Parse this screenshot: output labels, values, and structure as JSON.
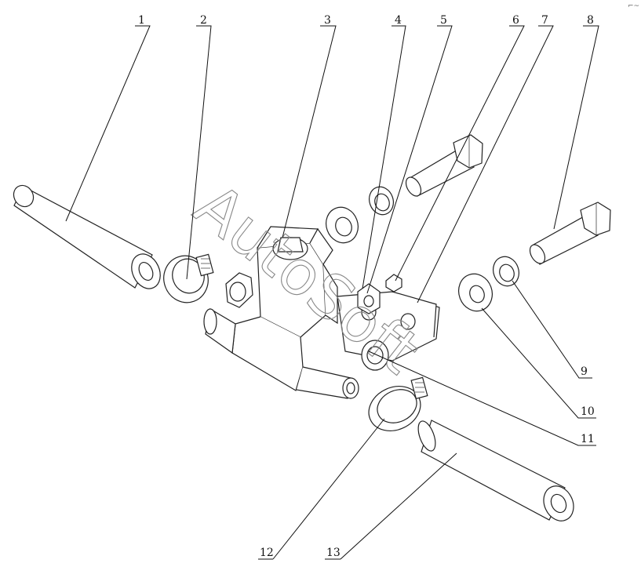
{
  "diagram": {
    "callouts": [
      {
        "id": "1",
        "label": "1"
      },
      {
        "id": "2",
        "label": "2"
      },
      {
        "id": "3",
        "label": "3"
      },
      {
        "id": "4",
        "label": "4"
      },
      {
        "id": "5",
        "label": "5"
      },
      {
        "id": "6",
        "label": "6"
      },
      {
        "id": "7",
        "label": "7"
      },
      {
        "id": "8",
        "label": "8"
      },
      {
        "id": "9",
        "label": "9"
      },
      {
        "id": "10",
        "label": "10"
      },
      {
        "id": "11",
        "label": "11"
      },
      {
        "id": "12",
        "label": "12"
      },
      {
        "id": "13",
        "label": "13"
      }
    ],
    "watermark": "AutoSoft",
    "corner_mark": "⌐~"
  },
  "colors": {
    "line": "#222222",
    "background": "#ffffff",
    "watermark": "#888888"
  }
}
